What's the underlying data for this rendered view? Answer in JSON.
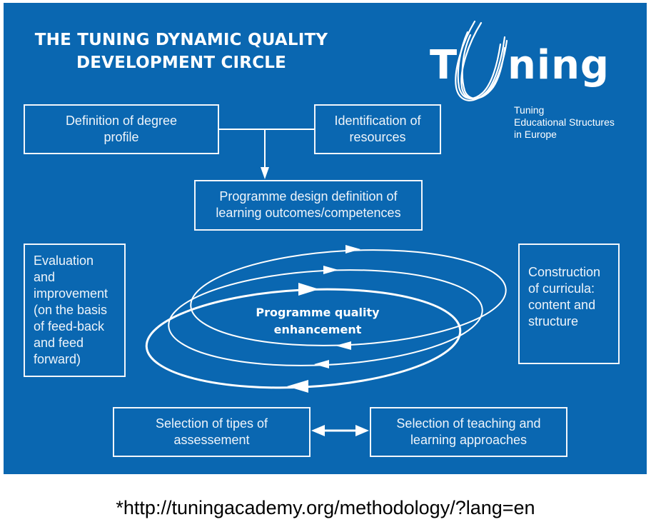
{
  "title": "THE TUNING DYNAMIC QUALITY DEVELOPMENT CIRCLE",
  "title_lines": [
    "THE TUNING DYNAMIC QUALITY",
    "DEVELOPMENT CIRCLE"
  ],
  "logo": {
    "letter_t": "T",
    "letters_ning": "ning",
    "subtitle": "Tuning\nEducational Structures\nin Europe",
    "icon": "tuning-swoosh-u-logo"
  },
  "boxes": {
    "degree_profile": "Definition of degree\nprofile",
    "resources": "Identification of\nresources",
    "programme_design": "Programme design definition of\nlearning outcomes/competences",
    "evaluation": "Evaluation\nand\nimprovement\n(on the basis\nof feed-back\nand feed\nforward)",
    "curricula": "Construction\nof curricula:\ncontent and\nstructure",
    "assessment": "Selection of tipes of\nassessement",
    "teaching": "Selection of teaching and\nlearning approaches"
  },
  "center_label": "Programme quality\nenhancement",
  "footer": "*http://tuningacademy.org/methodology/?lang=en",
  "colors": {
    "panel_bg": "#0a67b1",
    "foreground": "#ffffff",
    "page_bg": "#ffffff"
  }
}
